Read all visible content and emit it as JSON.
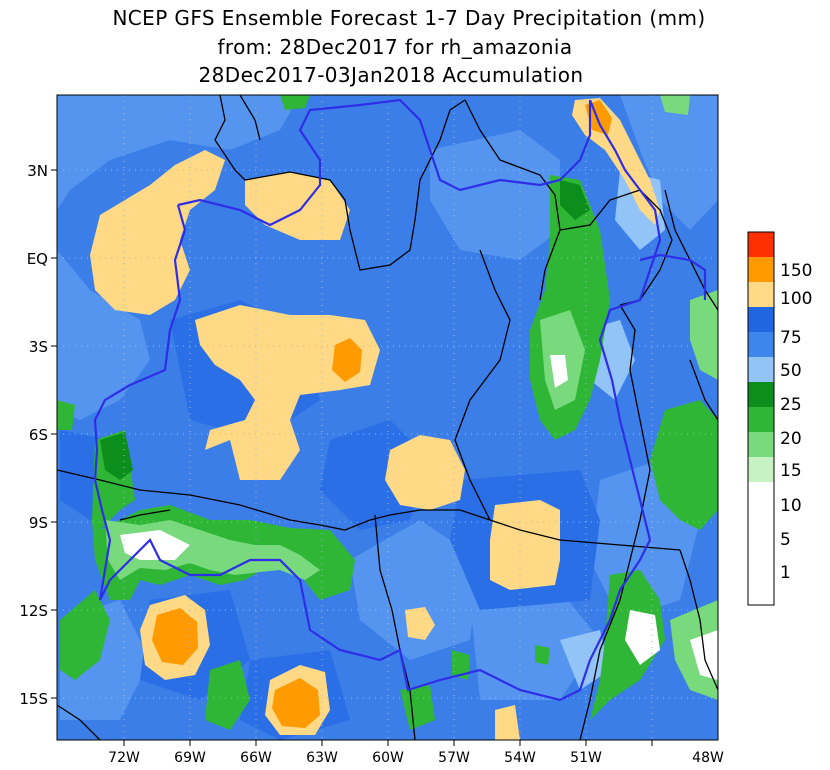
{
  "title": {
    "line1": "NCEP GFS Ensemble Forecast 1-7 Day Precipitation (mm)",
    "line2": "from: 28Dec2017   for rh_amazonia",
    "line3": "28Dec2017-03Jan2018 Accumulation"
  },
  "axes": {
    "lat_labels": [
      "3N",
      "EQ",
      "3S",
      "6S",
      "9S",
      "12S",
      "15S"
    ],
    "lon_labels": [
      "72W",
      "69W",
      "66W",
      "63W",
      "60W",
      "57W",
      "54W",
      "51W",
      "48W"
    ]
  },
  "legend": {
    "levels": [
      "150",
      "100",
      "75",
      "50",
      "25",
      "20",
      "15",
      "10",
      "5",
      "1"
    ],
    "colors": [
      "#ff3000",
      "#ff9a00",
      "#ffd985",
      "#1f66e0",
      "#3c86ee",
      "#92c4f8",
      "#0b8e1b",
      "#2fb637",
      "#78d97d",
      "#c7f3c3",
      "#ffffff"
    ]
  },
  "palette": {
    "base": "#3b7ee8",
    "dark_blue": "#1f66e0",
    "light_blue": "#92c4f8",
    "yellow": "#ffd985",
    "orange": "#ff9a00",
    "green_dark": "#0b8e1b",
    "green": "#2fb637",
    "green_light": "#78d97d",
    "green_pale": "#c7f3c3",
    "border_blue": "#2e2ee6",
    "border_black": "#000000"
  }
}
